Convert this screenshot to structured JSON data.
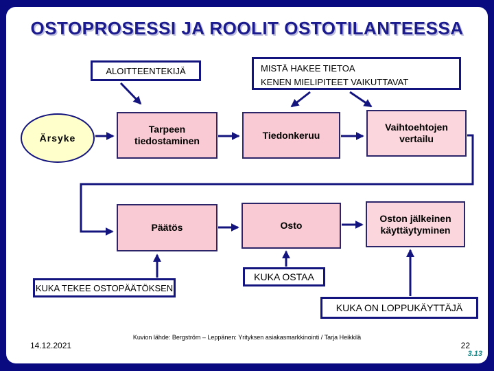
{
  "slide": {
    "title": "OSTOPROSESSI JA ROOLIT OSTOTILANTEESSA",
    "role_labels": {
      "aloitteentekija": "ALOITTEENTEKIJÄ",
      "mista_line1": "MISTÄ HAKEE TIETOA",
      "mista_line2": "KENEN MIELIPITEET VAIKUTTAVAT",
      "kuka_tekee": "KUKA TEKEE OSTOPÄÄTÖKSEN",
      "kuka_ostaa": "KUKA OSTAA",
      "kuka_loppukayttaja": "KUKA ON LOPPUKÄYTTÄJÄ"
    },
    "process_shapes": {
      "arsyke": "Ärsyke",
      "tarpeen_line1": "Tarpeen",
      "tarpeen_line2": "tiedostaminen",
      "tiedonkeruu": "Tiedonkeruu",
      "vaihtoehtojen_line1": "Vaihtoehtojen",
      "vaihtoehtojen_line2": "vertailu",
      "paatos": "Päätös",
      "osto": "Osto",
      "oston_line1": "Oston jälkeinen",
      "oston_line2": "käyttäytyminen"
    },
    "footer": {
      "date": "14.12.2021",
      "source": "Kuvion lähde: Bergström – Leppänen: Yrityksen asiakasmarkkinointi / Tarja Heikkilä",
      "page": "22",
      "section": "3.13"
    },
    "colors": {
      "background": "#0A0A80",
      "panel": "#FFFFFF",
      "title_text": "#1B1B8E",
      "title_shadow": "#BEBEDE",
      "shape_border": "#14147E",
      "pink_fill": "#F9CAD3",
      "pink_fill_light": "#FBD6DD",
      "ellipse_fill": "#FFFFCC",
      "arrow": "#14147E",
      "section_text": "#1B8A8A"
    }
  }
}
